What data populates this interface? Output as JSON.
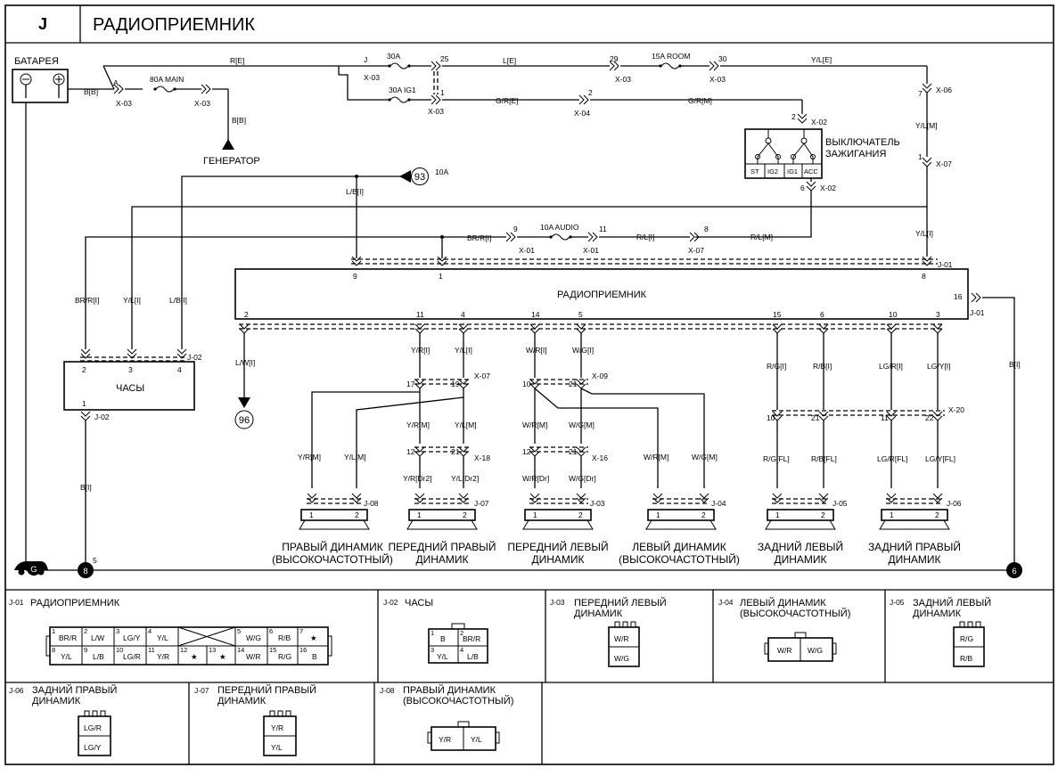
{
  "header": {
    "section": "J",
    "title": "РАДИОПРИЕМНИК"
  },
  "power": {
    "battery": "БАТАРЕЯ",
    "generator": "ГЕНЕРАТОР",
    "wire_battery": "B[B]",
    "wire_gen": "B[B]",
    "wire_r": "R[E]",
    "wire_l": "L[E]",
    "wire_yl_e": "Y/L[E]",
    "wire_gr_e": "G/R[E]",
    "wire_gr_m": "G/R[M]",
    "wire_yl_m": "Y/L[M]",
    "wire_yl_i": "Y/L[I]",
    "wire_lb_i": "L/B[I]",
    "wire_brr_i": "BR/R[I]",
    "wire_rl_i": "R/L[I]",
    "wire_rl_m": "R/L[M]",
    "fuse_main": "80A MAIN",
    "fuse_j": "30A",
    "fuse_ig1": "30A IG1",
    "fuse_room": "15A ROOM",
    "fuse_audio": "10A AUDIO",
    "ref_93": "93",
    "ref_93_amp": "10A",
    "ref_96": "96",
    "conn_x03": "X-03",
    "conn_x04": "X-04",
    "conn_x06": "X-06",
    "conn_x02": "X-02",
    "conn_x07": "X-07",
    "conn_x01": "X-01",
    "conn_j01": "J-01",
    "conn_j02": "J-02",
    "pin_a": "A",
    "pin_j": "J",
    "pin_25": "25",
    "pin_1": "1",
    "pin_2": "2",
    "pin_29": "29",
    "pin_30": "30",
    "pin_7": "7",
    "pin_6": "6",
    "pin_9": "9",
    "pin_11": "11",
    "pin_8": "8",
    "pin_16": "16",
    "pin_3": "3",
    "pin_4": "4",
    "pin_5": "5"
  },
  "ignition": {
    "label_1": "ВЫКЛЮЧАТЕЛЬ",
    "label_2": "ЗАЖИГАНИЯ",
    "positions": [
      "ST",
      "IG2",
      "IG1",
      "ACC"
    ]
  },
  "radio": {
    "title": "РАДИОПРИЕМНИК",
    "left_pins": [
      "9",
      "1"
    ],
    "right_pin": "8",
    "bottom_pins": [
      "2",
      "11",
      "4",
      "14",
      "5",
      "15",
      "6",
      "10",
      "3"
    ],
    "side_pin": "16"
  },
  "clock": {
    "title": "ЧАСЫ",
    "pins": [
      "2",
      "3",
      "4"
    ],
    "bottom_pin": "1",
    "wire_b": "B[I]",
    "wires": [
      "BR/R[I]",
      "Y/L[I]",
      "L/B[I]"
    ]
  },
  "speaker_wires": {
    "lw": "L/W[I]",
    "yr_i": "Y/R[I]",
    "yl_i": "Y/L[I]",
    "wr_i": "W/R[I]",
    "wg_i": "W/G[I]",
    "rg_i": "R/G[I]",
    "rb_i": "R/B[I]",
    "lgr_i": "LG/R[I]",
    "lgy_i": "LG/Y[I]",
    "yr_m": "Y/R[M]",
    "yl_m": "Y/L[M]",
    "wr_m": "W/R[M]",
    "wg_m": "W/G[M]",
    "yr_dr2": "Y/R[Dr2]",
    "yl_dr2": "Y/L[Dr2]",
    "wr_dr": "W/R[Dr]",
    "wg_dr": "W/G[Dr]",
    "rg_fl": "R/G[FL]",
    "rb_fl": "R/B[FL]",
    "lgr_fl": "LG/R[FL]",
    "lgy_fl": "LG/Y[FL]",
    "b_i": "B[I]",
    "x07": "X-07",
    "x09": "X-09",
    "x18": "X-18",
    "x16": "X-16",
    "x20": "X-20",
    "n17": "17",
    "n19": "19",
    "n10": "10",
    "n21": "21",
    "n12": "12",
    "n11": "11",
    "n22": "22"
  },
  "speakers": [
    {
      "conn": "J-08",
      "line1": "ПРАВЫЙ ДИНАМИК",
      "line2": "(ВЫСОКОЧАСТОТНЫЙ)"
    },
    {
      "conn": "J-07",
      "line1": "ПЕРЕДНИЙ ПРАВЫЙ",
      "line2": "ДИНАМИК"
    },
    {
      "conn": "J-03",
      "line1": "ПЕРЕДНИЙ ЛЕВЫЙ",
      "line2": "ДИНАМИК"
    },
    {
      "conn": "J-04",
      "line1": "ЛЕВЫЙ ДИНАМИК",
      "line2": "(ВЫСОКОЧАСТОТНЫЙ)"
    },
    {
      "conn": "J-05",
      "line1": "ЗАДНИЙ ЛЕВЫЙ",
      "line2": "ДИНАМИК"
    },
    {
      "conn": "J-06",
      "line1": "ЗАДНИЙ ПРАВЫЙ",
      "line2": "ДИНАМИК"
    }
  ],
  "grounds": {
    "g_car": "G",
    "g8": "8",
    "g8_pin": "5",
    "g6": "6"
  },
  "connectors": {
    "j01": {
      "id": "J-01",
      "name": "РАДИОПРИЕМНИК",
      "row1": [
        [
          "1",
          "BR/R"
        ],
        [
          "2",
          "L/W"
        ],
        [
          "3",
          "LG/Y"
        ],
        [
          "4",
          "Y/L"
        ],
        [
          "5",
          "W/G"
        ],
        [
          "6",
          "R/B"
        ],
        [
          "7",
          "★"
        ]
      ],
      "row2": [
        [
          "8",
          "Y/L"
        ],
        [
          "9",
          "L/B"
        ],
        [
          "10",
          "LG/R"
        ],
        [
          "11",
          "Y/R"
        ],
        [
          "12",
          "★"
        ],
        [
          "13",
          "★"
        ],
        [
          "14",
          "W/R"
        ],
        [
          "15",
          "R/G"
        ],
        [
          "16",
          "B"
        ]
      ]
    },
    "j02": {
      "id": "J-02",
      "name": "ЧАСЫ",
      "cells": [
        "B",
        "BR/R",
        "Y/L",
        "L/B"
      ],
      "pins": [
        "1",
        "2",
        "3",
        "4"
      ]
    },
    "j03": {
      "id": "J-03",
      "name1": "ПЕРЕДНИЙ ЛЕВЫЙ",
      "name2": "ДИНАМИК",
      "cells": [
        "W/R",
        "W/G"
      ]
    },
    "j04": {
      "id": "J-04",
      "name1": "ЛЕВЫЙ ДИНАМИК",
      "name2": "(ВЫСОКОЧАСТОТНЫЙ)",
      "cells": [
        "W/R",
        "W/G"
      ]
    },
    "j05": {
      "id": "J-05",
      "name1": "ЗАДНИЙ ЛЕВЫЙ",
      "name2": "ДИНАМИК",
      "cells": [
        "R/G",
        "R/B"
      ]
    },
    "j06": {
      "id": "J-06",
      "name1": "ЗАДНИЙ ПРАВЫЙ",
      "name2": "ДИНАМИК",
      "cells": [
        "LG/R",
        "LG/Y"
      ]
    },
    "j07": {
      "id": "J-07",
      "name1": "ПЕРЕДНИЙ ПРАВЫЙ",
      "name2": "ДИНАМИК",
      "cells": [
        "Y/R",
        "Y/L"
      ]
    },
    "j08": {
      "id": "J-08",
      "name1": "ПРАВЫЙ ДИНАМИК",
      "name2": "(ВЫСОКОЧАСТОТНЫЙ)",
      "cells": [
        "Y/R",
        "Y/L"
      ]
    }
  }
}
